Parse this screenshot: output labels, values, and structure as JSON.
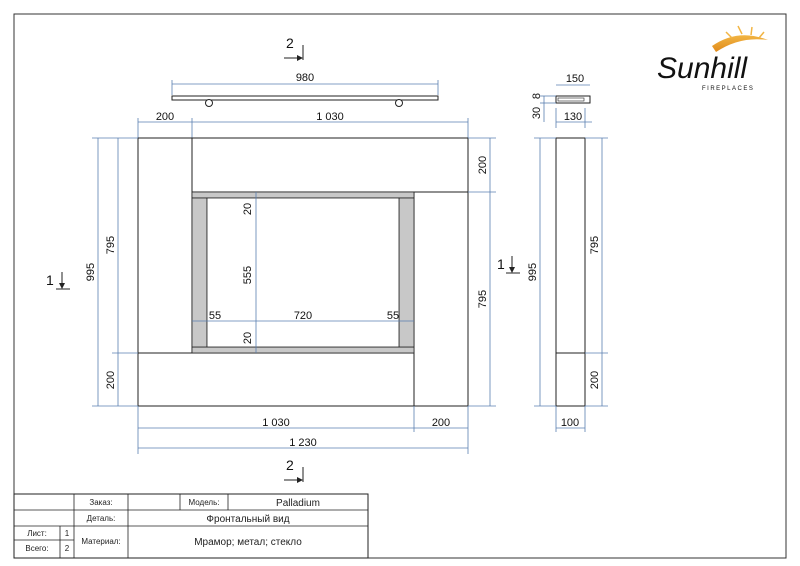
{
  "drawing": {
    "top_view": {
      "section_mark": "2",
      "width_dim": "980"
    },
    "front_view": {
      "dims": {
        "top_left": "200",
        "top_main": "1 030",
        "right_top": "200",
        "right_795": "795",
        "left_995": "995",
        "left_795": "795",
        "left_200": "200",
        "bottom_1030": "1 030",
        "bottom_200": "200",
        "bottom_1230": "1 230",
        "inner_20_top": "20",
        "inner_555": "555",
        "inner_55_left": "55",
        "inner_720": "720",
        "inner_55_right": "55",
        "inner_20_bottom": "20"
      },
      "section_left": "1",
      "section_right": "1",
      "section_bottom": "2"
    },
    "side_view": {
      "dims": {
        "top_150": "150",
        "top_8": "8",
        "top_30": "30",
        "top_130": "130",
        "left_995": "995",
        "right_795": "795",
        "right_200": "200",
        "bottom_100": "100"
      }
    },
    "logo": {
      "name": "Sunhill",
      "tagline": "FIREPLACES"
    }
  },
  "title_block": {
    "order_label": "Заказ:",
    "order_value": "",
    "model_label": "Модель:",
    "model_value": "Palladium",
    "detail_label": "Деталь:",
    "detail_value": "Фронтальный вид",
    "sheet_label": "Лист:",
    "sheet_value": "1",
    "total_label": "Всего:",
    "total_value": "2",
    "material_label": "Материал:",
    "material_value": "Мрамор; метал; стекло"
  },
  "colors": {
    "line": "#222222",
    "dim_line": "#5a7fb0",
    "glass": "#c8c8c8"
  }
}
